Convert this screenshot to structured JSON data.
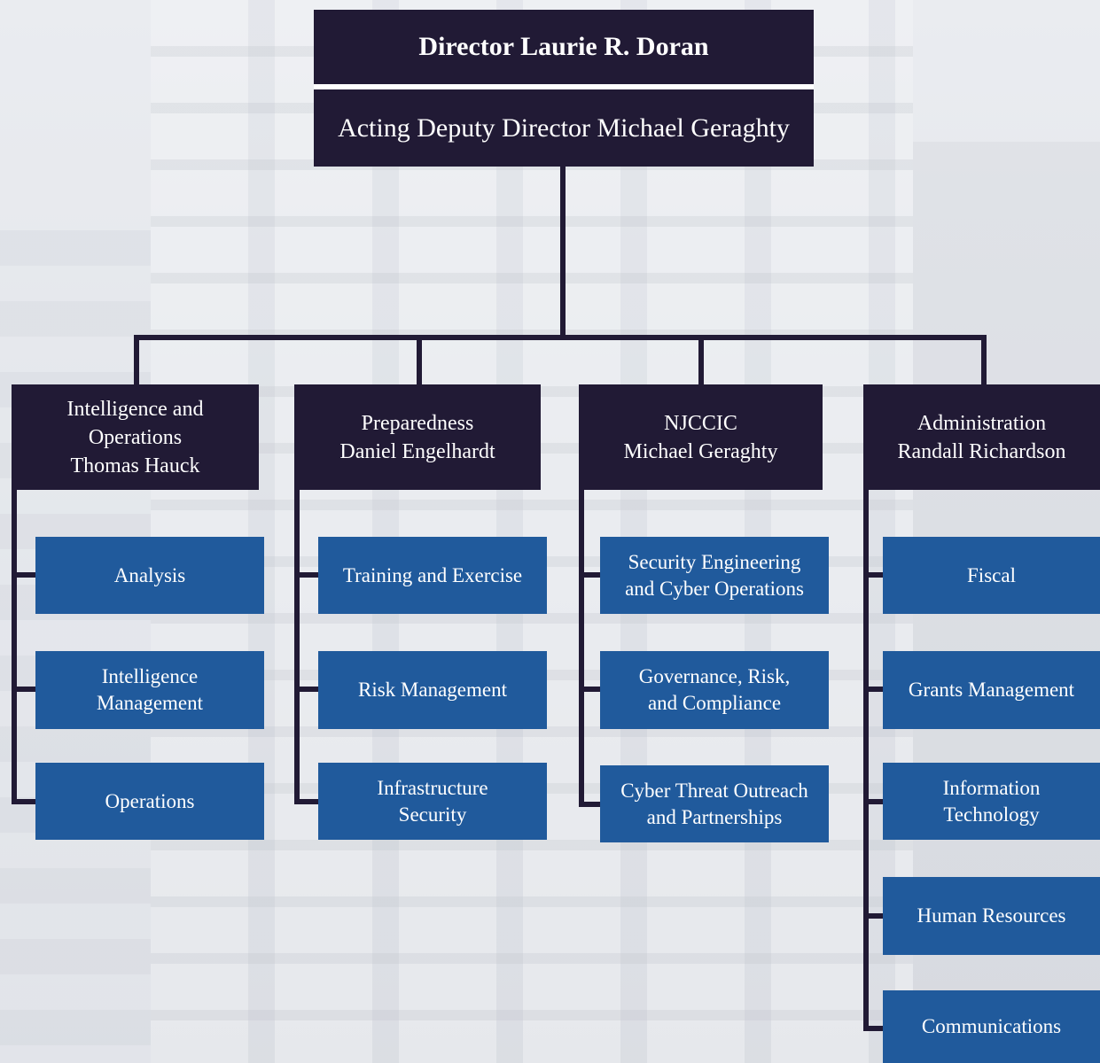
{
  "director": {
    "title": "Director Laurie R. Doran"
  },
  "deputy": {
    "title": "Acting Deputy Director Michael Geraghty"
  },
  "departments": [
    {
      "name": "Intelligence and\nOperations\nThomas Hauck",
      "units": [
        "Analysis",
        "Intelligence\nManagement",
        "Operations"
      ]
    },
    {
      "name": "Preparedness\nDaniel Engelhardt",
      "units": [
        "Training and Exercise",
        "Risk Management",
        "Infrastructure\nSecurity"
      ]
    },
    {
      "name": "NJCCIC\nMichael Geraghty",
      "units": [
        "Security Engineering\nand Cyber Operations",
        "Governance, Risk,\nand Compliance",
        "Cyber Threat Outreach\nand Partnerships"
      ]
    },
    {
      "name": "Administration\nRandall Richardson",
      "units": [
        "Fiscal",
        "Grants Management",
        "Information\nTechnology",
        "Human Resources",
        "Communications"
      ]
    }
  ],
  "colors": {
    "header": "#211a35",
    "unit": "#205a9c",
    "connector": "#211a35"
  }
}
